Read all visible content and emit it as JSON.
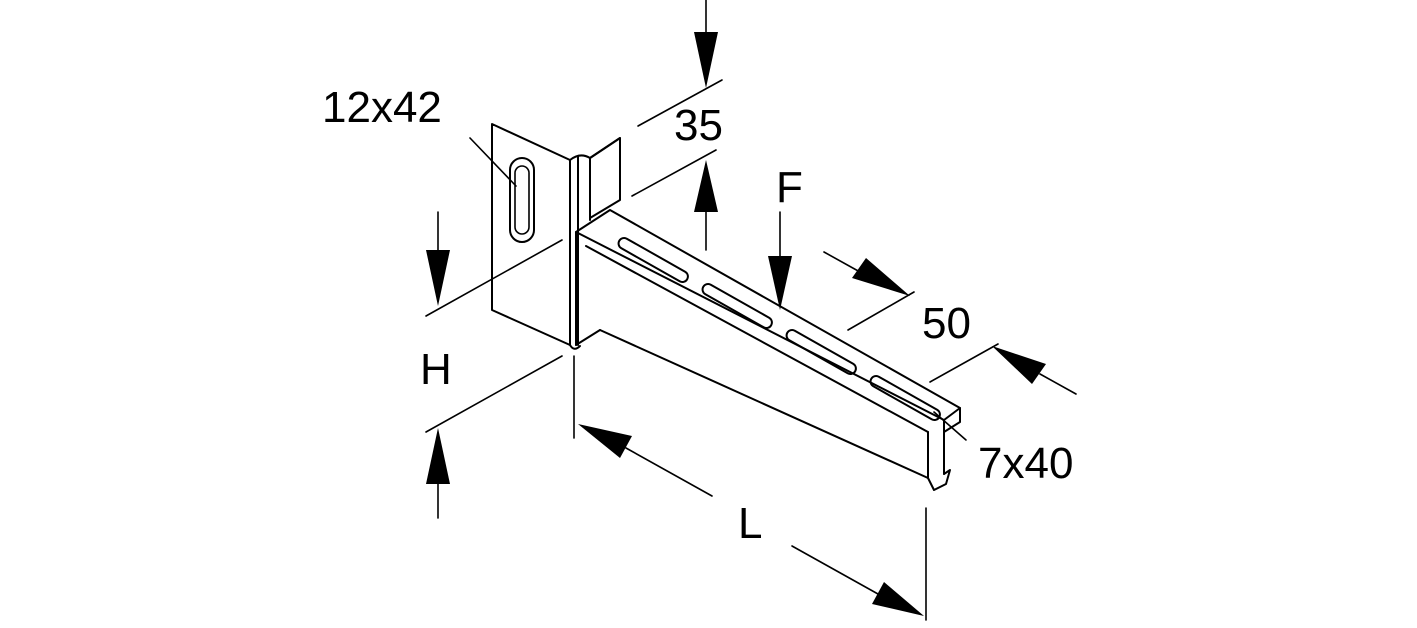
{
  "labels": {
    "hole_wall": "12x42",
    "flange": "35",
    "force": "F",
    "width": "50",
    "height": "H",
    "slot": "7x40",
    "length": "L"
  }
}
